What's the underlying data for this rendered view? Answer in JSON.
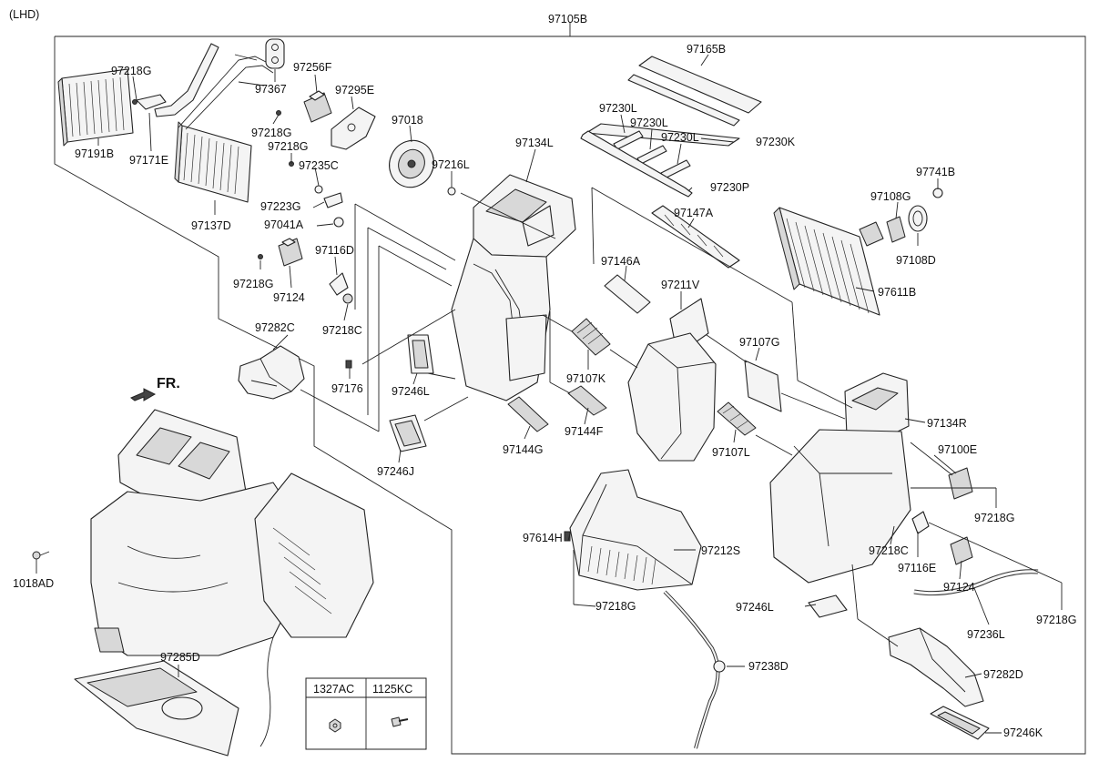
{
  "header": {
    "variant": "(LHD)",
    "assembly": "97105B"
  },
  "orientation": "FR.",
  "parts": {
    "p97218G_a": "97218G",
    "p97367": "97367",
    "p97256F": "97256F",
    "p97295E": "97295E",
    "p97165B": "97165B",
    "p97191B": "97191B",
    "p97171E": "97171E",
    "p97218G_b": "97218G",
    "p97018": "97018",
    "p97230L_a": "97230L",
    "p97230L_b": "97230L",
    "p97230L_c": "97230L",
    "p97230K": "97230K",
    "p97218G_c": "97218G",
    "p97134L": "97134L",
    "p97235C": "97235C",
    "p97216L": "97216L",
    "p97741B": "97741B",
    "p97230P": "97230P",
    "p97223G": "97223G",
    "p97108G": "97108G",
    "p97137D": "97137D",
    "p97041A": "97041A",
    "p97147A": "97147A",
    "p97116D_a": "97116D",
    "p97108D": "97108D",
    "p97218G_d": "97218G",
    "p97146A": "97146A",
    "p97124_a": "97124",
    "p97211V": "97211V",
    "p97611B": "97611B",
    "p97218C_a": "97218C",
    "p97282C": "97282C",
    "p97107G": "97107G",
    "p97176": "97176",
    "p97246L_a": "97246L",
    "p97107K": "97107K",
    "p97144F": "97144F",
    "p97134R": "97134R",
    "p97246J": "97246J",
    "p97144G": "97144G",
    "p97107L": "97107L",
    "p97100E": "97100E",
    "p97218G_e": "97218G",
    "p97614H": "97614H",
    "p97212S": "97212S",
    "p97218C_b": "97218C",
    "p97116E": "97116E",
    "p1018AD": "1018AD",
    "p97124_b": "97124",
    "p97218G_f": "97218G",
    "p97246L_b": "97246L",
    "p97218G_g": "97218G",
    "p97236L": "97236L",
    "p97285D": "97285D",
    "p97238D": "97238D",
    "p97282D": "97282D",
    "p97246K": "97246K"
  },
  "fastener_table": {
    "col1": "1327AC",
    "col2": "1125KC"
  }
}
